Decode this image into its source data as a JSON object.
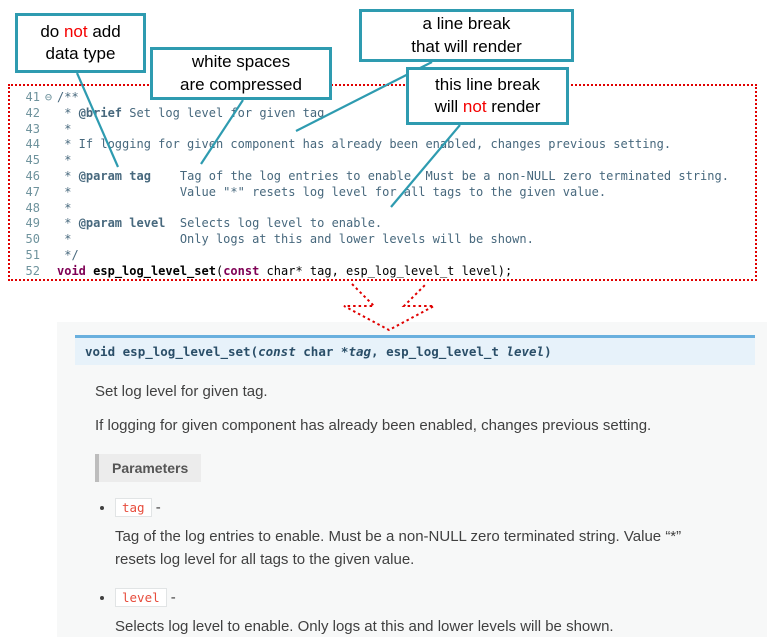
{
  "colors": {
    "callout_border": "#2e9bb0",
    "highlight_red": "#f40000",
    "code_border_red": "#e00000",
    "keyword_purple": "#7f0055",
    "comment_blue_gray": "#47687d",
    "signature_bg": "#e7f2fa",
    "signature_border": "#6ab0de",
    "panel_bg": "#f7f8f8",
    "literal_red": "#e74c3c"
  },
  "callouts": [
    {
      "name": "no-datatype",
      "parts": [
        {
          "t": "do "
        },
        {
          "t": "not",
          "red": true
        },
        {
          "t": " add"
        },
        {
          "br": true
        },
        {
          "t": "data type"
        }
      ]
    },
    {
      "name": "whitespace-compressed",
      "parts": [
        {
          "t": "white spaces"
        },
        {
          "br": true
        },
        {
          "t": "are  compressed"
        }
      ]
    },
    {
      "name": "linebreak-renders",
      "parts": [
        {
          "t": "a line break"
        },
        {
          "br": true
        },
        {
          "t": "that will render"
        }
      ]
    },
    {
      "name": "linebreak-not-render",
      "parts": [
        {
          "t": "this line break"
        },
        {
          "br": true
        },
        {
          "t": "will "
        },
        {
          "t": "not",
          "red": true
        },
        {
          "t": " render"
        }
      ]
    }
  ],
  "code": {
    "lines": [
      {
        "n": "41",
        "f": "⊖",
        "s": [
          {
            "t": "/**",
            "c": "cmt"
          }
        ]
      },
      {
        "n": "42",
        "s": [
          {
            "t": " * ",
            "c": "cmt"
          },
          {
            "t": "@brief",
            "c": "doxy"
          },
          {
            "t": " Set log level for given tag",
            "c": "cmt"
          }
        ]
      },
      {
        "n": "43",
        "s": [
          {
            "t": " *",
            "c": "cmt"
          }
        ]
      },
      {
        "n": "44",
        "s": [
          {
            "t": " * If logging for given component has already been enabled, changes previous setting.",
            "c": "cmt"
          }
        ]
      },
      {
        "n": "45",
        "s": [
          {
            "t": " *",
            "c": "cmt"
          }
        ]
      },
      {
        "n": "46",
        "s": [
          {
            "t": " * ",
            "c": "cmt"
          },
          {
            "t": "@param",
            "c": "doxy"
          },
          {
            "t": " ",
            "c": "cmt"
          },
          {
            "t": "tag",
            "c": "doxy"
          },
          {
            "t": "    Tag of the log entries to enable. Must be a non-NULL zero terminated string.",
            "c": "cmt"
          }
        ]
      },
      {
        "n": "47",
        "s": [
          {
            "t": " *               Value \"*\" resets log level for all tags to the given value.",
            "c": "cmt"
          }
        ]
      },
      {
        "n": "48",
        "s": [
          {
            "t": " *",
            "c": "cmt"
          }
        ]
      },
      {
        "n": "49",
        "s": [
          {
            "t": " * ",
            "c": "cmt"
          },
          {
            "t": "@param",
            "c": "doxy"
          },
          {
            "t": " ",
            "c": "cmt"
          },
          {
            "t": "level",
            "c": "doxy"
          },
          {
            "t": "  Selects log level to enable.",
            "c": "cmt"
          }
        ]
      },
      {
        "n": "50",
        "s": [
          {
            "t": " *               Only logs at this and lower levels will be shown.",
            "c": "cmt"
          }
        ]
      },
      {
        "n": "51",
        "s": [
          {
            "t": " */",
            "c": "cmt"
          }
        ]
      },
      {
        "n": "52",
        "s": [
          {
            "t": "void",
            "c": "kw"
          },
          {
            "t": " "
          },
          {
            "t": "esp_log_level_set",
            "c": "fn"
          },
          {
            "t": "("
          },
          {
            "t": "const",
            "c": "kw"
          },
          {
            "t": " char* tag, esp_log_level_t level);"
          }
        ]
      }
    ]
  },
  "docs": {
    "signature": [
      {
        "t": "void"
      },
      {
        "t": " "
      },
      {
        "t": "esp_log_level_set"
      },
      {
        "t": "("
      },
      {
        "t": "const",
        "c": "it"
      },
      {
        "t": "  char *"
      },
      {
        "t": "tag",
        "c": "it"
      },
      {
        "t": ", esp_log_level_t "
      },
      {
        "t": "level",
        "c": "it"
      },
      {
        "t": ")"
      }
    ],
    "brief": "Set log level for given tag.",
    "description": "If logging for given component has already been enabled, changes previous setting.",
    "parameters_label": "Parameters",
    "param_sep": "-",
    "params": [
      {
        "name": "tag",
        "desc": "Tag of the log entries to enable. Must be a non-NULL zero terminated string. Value “*” resets log level for all tags to the given value."
      },
      {
        "name": "level",
        "desc": "Selects log level to enable. Only logs at this and lower levels will be shown."
      }
    ]
  }
}
